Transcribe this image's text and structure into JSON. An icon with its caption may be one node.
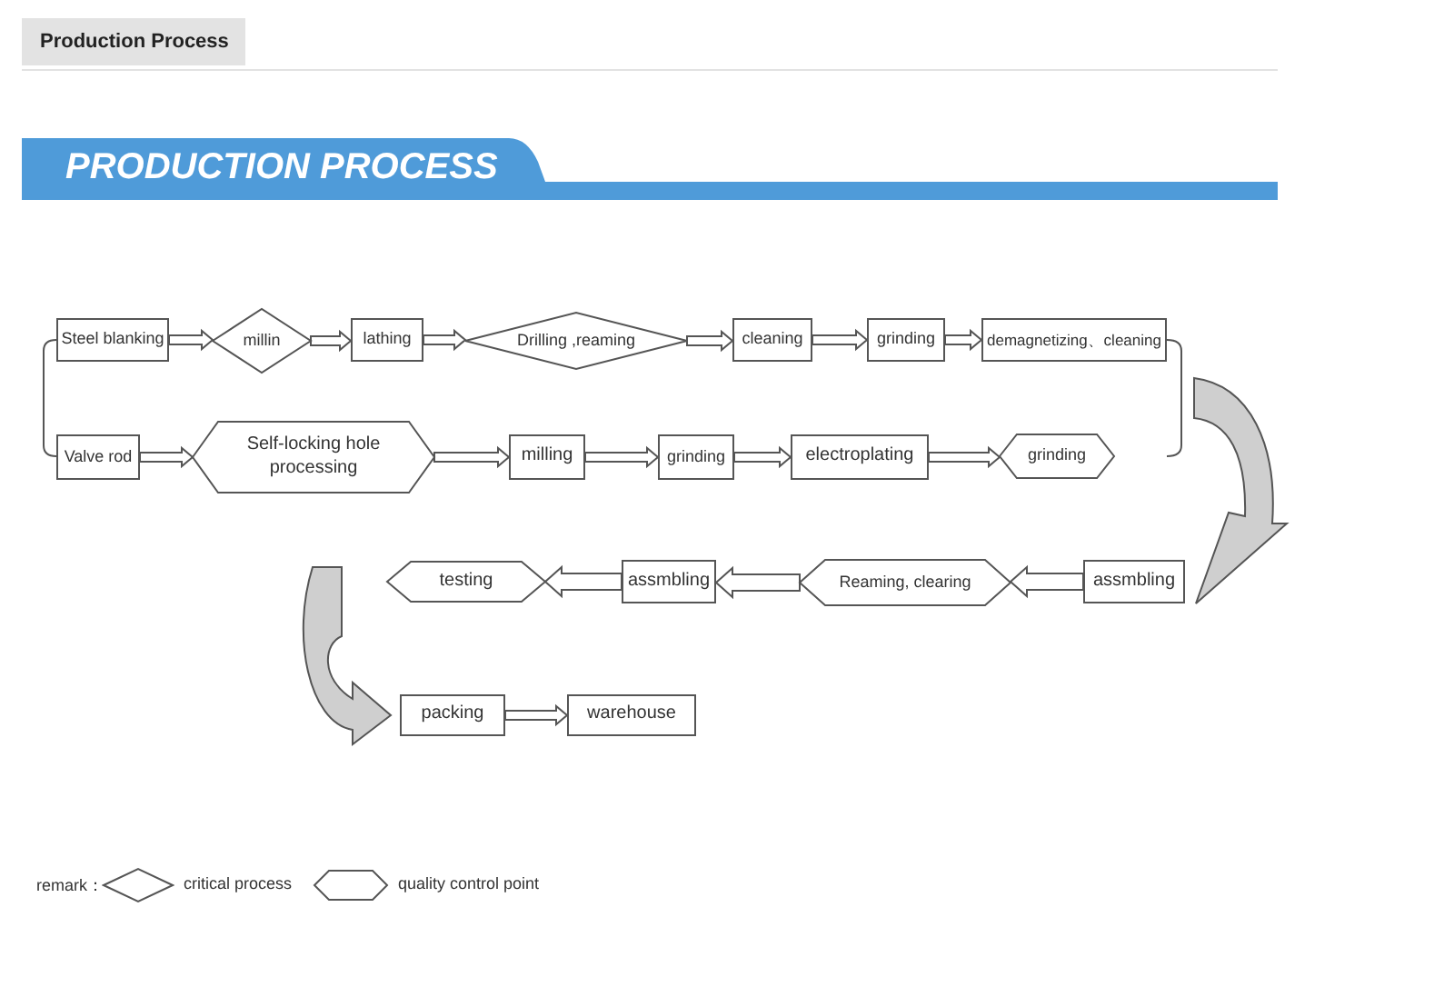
{
  "diagram": {
    "title": "PRODUCTION PROCESS",
    "nodes": [
      {
        "text": [
          "Steel blanking"
        ]
      },
      {
        "text": [
          "millin"
        ]
      },
      {
        "text": [
          "lathing"
        ]
      },
      {
        "text": [
          "Drilling ,reaming"
        ]
      },
      {
        "text": [
          "cleaning"
        ]
      },
      {
        "text": [
          "grinding"
        ]
      },
      {
        "text": [
          "demagnetizing、cleaning"
        ]
      },
      {
        "text": [
          "Valve rod"
        ]
      },
      {
        "text": [
          "Self-locking hole processing"
        ]
      },
      {
        "text": [
          "milling"
        ]
      },
      {
        "text": [
          "grinding"
        ]
      },
      {
        "text": [
          "electroplating"
        ]
      },
      {
        "text": [
          "grinding"
        ]
      },
      {
        "text": [
          "assmbling"
        ]
      },
      {
        "text": [
          "Reaming, clearing"
        ]
      },
      {
        "text": [
          "assmbling"
        ]
      },
      {
        "text": [
          "testing"
        ]
      },
      {
        "text": [
          "packing"
        ]
      },
      {
        "text": [
          "warehouse"
        ]
      }
    ],
    "edges": [
      {
        "from": 0,
        "to": 1,
        "arrow": "to"
      },
      {
        "from": 1,
        "to": 2,
        "arrow": "to"
      },
      {
        "from": 2,
        "to": 3,
        "arrow": "to"
      },
      {
        "from": 3,
        "to": 4,
        "arrow": "to"
      },
      {
        "from": 4,
        "to": 5,
        "arrow": "to"
      },
      {
        "from": 5,
        "to": 6,
        "arrow": "to"
      },
      {
        "from": 7,
        "to": 8,
        "arrow": "to"
      },
      {
        "from": 8,
        "to": 9,
        "arrow": "to"
      },
      {
        "from": 9,
        "to": 10,
        "arrow": "to"
      },
      {
        "from": 10,
        "to": 11,
        "arrow": "to"
      },
      {
        "from": 11,
        "to": 12,
        "arrow": "to"
      },
      {
        "from": 6,
        "to": 13,
        "arrow": "to"
      },
      {
        "from": 12,
        "to": 13,
        "arrow": "to"
      },
      {
        "from": 13,
        "to": 14,
        "arrow": "to"
      },
      {
        "from": 14,
        "to": 15,
        "arrow": "to"
      },
      {
        "from": 15,
        "to": 16,
        "arrow": "to"
      },
      {
        "from": 16,
        "to": 17,
        "arrow": "to"
      },
      {
        "from": 17,
        "to": 18,
        "arrow": "to"
      }
    ],
    "labels": [
      "Production Process",
      "remark："
    ],
    "legend": [
      {
        "text": "critical process"
      },
      {
        "text": "quality control point"
      }
    ]
  }
}
